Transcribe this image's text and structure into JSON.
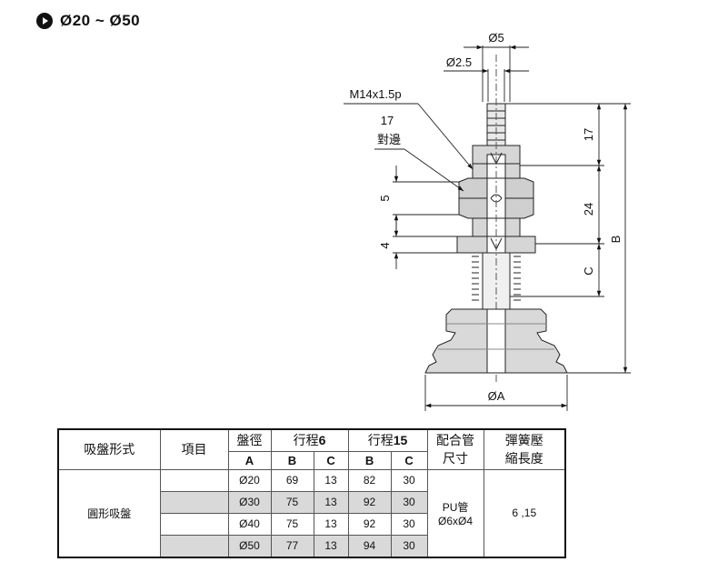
{
  "title": {
    "text": "Ø20 ~ Ø50"
  },
  "drawing": {
    "dims": {
      "d5": "Ø5",
      "d25": "Ø2.5",
      "thread": "M14x1.5p",
      "hex_size": "17",
      "hex_label": "對邊",
      "nut_height": "5",
      "collar_height": "4",
      "h17": "17",
      "h24": "24",
      "B": "B",
      "C": "C",
      "diaA": "ØA"
    }
  },
  "table": {
    "headers": {
      "type": "吸盤形式",
      "item": "項目",
      "dia": "盤徑",
      "dia_sub": "A",
      "stroke6": "行程",
      "stroke6_num": "6",
      "stroke15": "行程",
      "stroke15_num": "15",
      "b": "B",
      "c": "C",
      "pipe": "配合管",
      "pipe2": "尺寸",
      "spring": "彈簧壓",
      "spring2": "縮長度"
    },
    "type_value": "圓形吸盤",
    "pipe_value": "PU管",
    "pipe_value2": "Ø6xØ4",
    "spring_value": "6 ,15",
    "rows": [
      {
        "a": "Ø20",
        "b6": "69",
        "c6": "13",
        "b15": "82",
        "c15": "30"
      },
      {
        "a": "Ø30",
        "b6": "75",
        "c6": "13",
        "b15": "92",
        "c15": "30"
      },
      {
        "a": "Ø40",
        "b6": "75",
        "c6": "13",
        "b15": "92",
        "c15": "30"
      },
      {
        "a": "Ø50",
        "b6": "77",
        "c6": "13",
        "b15": "94",
        "c15": "30"
      }
    ]
  }
}
